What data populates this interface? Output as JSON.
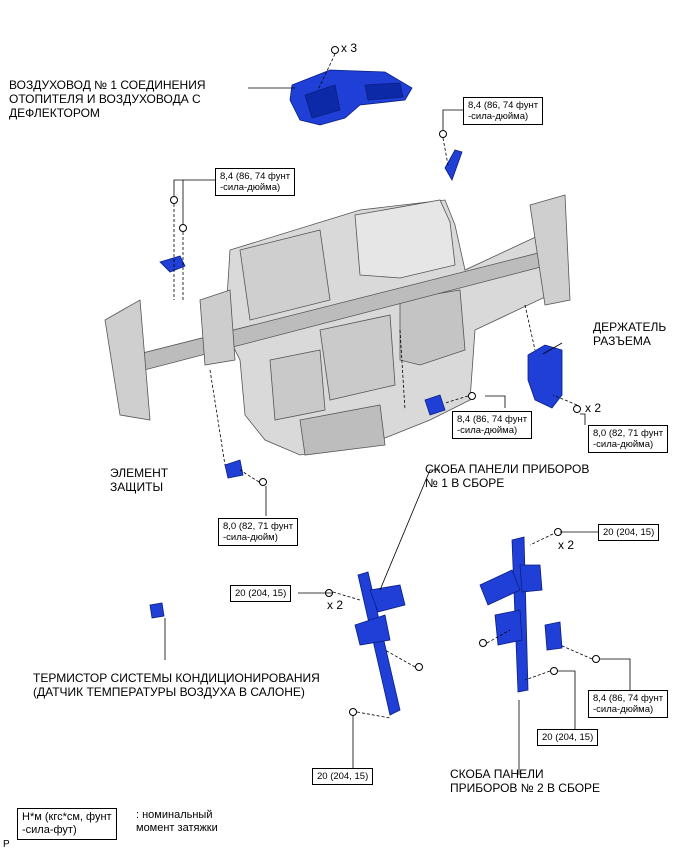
{
  "labels": {
    "duct": "ВОЗДУХОВОД № 1 СОЕДИНЕНИЯ\nОТОПИТЕЛЯ И ВОЗДУХОВОДА С\nДЕФЛЕКТОРОМ",
    "holder": "ДЕРЖАТЕЛЬ\nРАЗЪЕМА",
    "protector": "ЭЛЕМЕНТ\nЗАЩИТЫ",
    "bracket1": "СКОБА ПАНЕЛИ ПРИБОРОВ\n№ 1 В СБОРЕ",
    "thermistor": "ТЕРМИСТОР СИСТЕМЫ КОНДИЦИОНИРОВАНИЯ\n(ДАТЧИК ТЕМПЕРАТУРЫ ВОЗДУХА В САЛОНЕ)",
    "bracket2": "СКОБА ПАНЕЛИ\nПРИБОРОВ № 2 В СБОРЕ"
  },
  "torques": {
    "t84a": "8,4 (86, 74 фунт\n-сила-дюйма)",
    "t84b": "8,4 (86, 74 фунт\n-сила-дюйма)",
    "t84c": "8,4 (86, 74 фунт\n-сила-дюйма)",
    "t84d": "8,4 (86, 74 фунт\n-сила-дюйма)",
    "t80a": "8,0 (82, 71 фунт\n-сила-дюйма)",
    "t80b": "8,0 (82, 71 фунт\n-сила-дюйм)",
    "t20a": "20 (204, 15)",
    "t20b": "20 (204, 15)",
    "t20c": "20 (204, 15)",
    "t20d": "20 (204, 15)"
  },
  "multipliers": {
    "m3": "x 3",
    "m2a": "x 2",
    "m2b": "x 2",
    "m2c": "x 2"
  },
  "legend": {
    "unit": "Н*м (кгс*см, фунт\n-сила-фут)",
    "meaning": ": номинальный\nмомент затяжки"
  },
  "corner_mark": "P",
  "colors": {
    "part_blue": "#1f3fd6",
    "part_gray": "#c8c8c8"
  }
}
